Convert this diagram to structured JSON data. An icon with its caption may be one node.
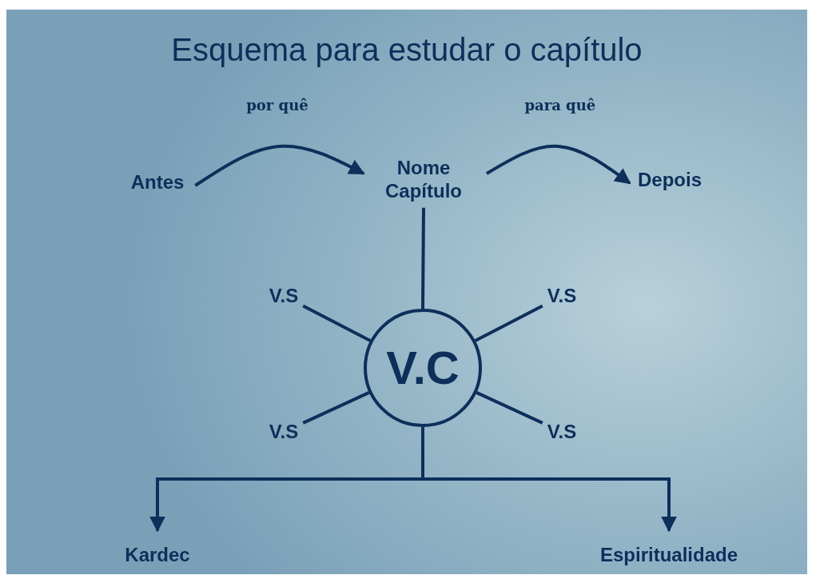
{
  "diagram": {
    "title": "Esquema para estudar o capítulo",
    "nodes": [
      {
        "text": [
          "Antes"
        ]
      },
      {
        "text": [
          "Nome Capítulo"
        ]
      },
      {
        "text": [
          "Depois"
        ]
      },
      {
        "text": [
          "V.S"
        ]
      },
      {
        "text": [
          "V.S"
        ]
      },
      {
        "text": [
          "V.C"
        ]
      },
      {
        "text": [
          "V.S"
        ]
      },
      {
        "text": [
          "V.S"
        ]
      },
      {
        "text": [
          "Kardec"
        ]
      },
      {
        "text": [
          "Espiritualidade"
        ]
      }
    ],
    "edges": [
      {
        "from": 0,
        "to": 1,
        "arrow": "to",
        "label": "por quê"
      },
      {
        "from": 1,
        "to": 2,
        "arrow": "to",
        "label": "para quê"
      },
      {
        "from": 1,
        "to": 5,
        "arrow": "none"
      },
      {
        "from": 5,
        "to": 3,
        "arrow": "none"
      },
      {
        "from": 5,
        "to": 4,
        "arrow": "none"
      },
      {
        "from": 5,
        "to": 6,
        "arrow": "none"
      },
      {
        "from": 5,
        "to": 7,
        "arrow": "none"
      },
      {
        "from": 5,
        "to": 8,
        "arrow": "to"
      },
      {
        "from": 5,
        "to": 9,
        "arrow": "to"
      }
    ]
  }
}
